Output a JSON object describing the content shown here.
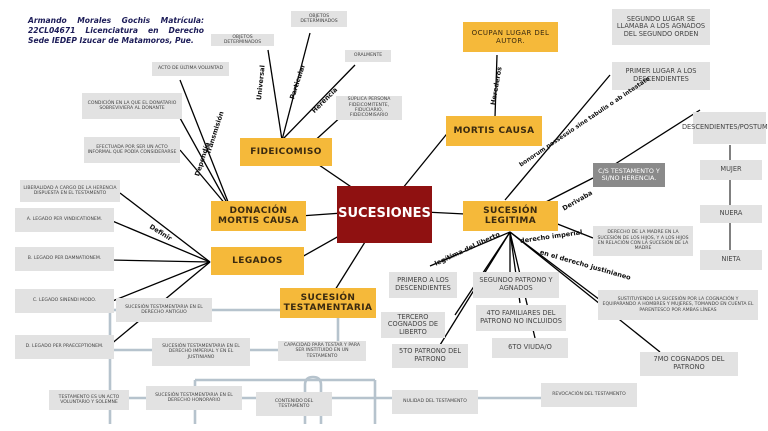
{
  "author": "Armando Morales Gochis Matrícula: 22CL04671 Licenciatura en Derecho Sede IEDEP Izucar de Matamoros, Pue.",
  "center": "SUCESIONES",
  "main": {
    "fideicomiso": "FIDEICOMISO",
    "donacion": "DONACIÓN MORTIS CAUSA",
    "legados": "LEGADOS",
    "testamentaria": "SUCESIÓN TESTAMENTARIA",
    "mortis_causa": "MORTIS CAUSA",
    "legitima": "SUCESIÓN LEGITIMA",
    "ocupan": "OCUPAN LUGAR DEL AUTOR."
  },
  "fideicomiso_branch": {
    "universal_label": "Universal",
    "particular_label": "Particular",
    "herencia_label": "Herencia",
    "objetos_determinados": "OBJETOS DETERMINADOS",
    "objetos_determinados2": "OBJETOS DETERMINADOS",
    "oralmente": "ORALMENTE",
    "suplica": "SÚPLICA PERSONA FIDEICOMITENTE, FIDUCIARIO, FIDEICOMISARIO"
  },
  "donacion_branch": {
    "transmision_label": "Transmisión",
    "dependia_label": "Dependía",
    "acto_ultima": "ACTO DE ÚLTIMA VOLUNTAD",
    "condicion": "CONDICIÓN EN LA QUE EL DONATARIO SOBREVIVIERA AL DONANTE",
    "efectuada": "EFECTUADA POR SER UN ACTO INFORMAL QUE PODÍA CONSIDERARSE"
  },
  "legados_branch": {
    "definir_label": "Definir",
    "liberalidad": "LIBERALIDAD A CARGO DE LA HERENCIA DISPUESTA EN EL TESTAMENTO",
    "vindicationem": "A. LEGADO PER VINDICATIONEM.",
    "damnationem": "B. LEGADO PER DAMNATIONEM.",
    "sinendi": "C. LEGADO SINENDI MODO.",
    "praeceptionem": "D. LEGADO PER PRAECEPTIONEM."
  },
  "testamentaria_branch": {
    "derecho_antiguo": "SUCESIÓN TESTAMENTARIA EN EL DERECHO ANTIGUO",
    "derecho_imperial": "SUCESIÓN TESTAMENTARIA EN EL DERECHO IMPERIAL Y EN EL JUSTINIANO",
    "capacidad": "CAPACIDAD PARA TESTAR Y PARA SER INSTITUIDO EN UN TESTAMENTO",
    "testamento_acto": "TESTAMENTO ES UN ACTO VOLUNTARIO Y SOLEMNE",
    "derecho_honorario": "SUCESIÓN TESTAMENTARIA EN EL DERECHO HONORARIO",
    "contenido": "CONTENIDO DEL TESTAMENTO",
    "nulidad": "NULIDAD DEL TESTAMENTO",
    "revocacion": "REVOCACIÓN DEL TESTAMENTO"
  },
  "mortis_branch": {
    "herederos_label": "Herederos",
    "bonorum_label": "bonorum possessio sine tabulis o ab intestato",
    "segundo_lugar": "SEGUNDO LUGAR SE LLAMABA A LOS AGNADOS DEL SEGUNDO ORDEN",
    "primer_lugar": "PRIMER LUGAR A LOS DESCENDIENTES"
  },
  "legitima_branch": {
    "derivaba_label": "Derivaba",
    "liberto_label": "legítima del liberto",
    "imperial_label": "derecho imperial",
    "justinian_label": "en el derecho justinianeo",
    "cs_testamento": "C/S TESTAMENTO Y SI/NO HERENCIA.",
    "descendientes": "DESCENDIENTES/POSTUMOS",
    "mujer": "MUJER",
    "nuera": "NUERA",
    "nieta": "NIETA",
    "derecho_madre": "DERECHO DE LA MADRE EN LA SUCESIÓN DE LOS HIJOS, Y A LOS HIJOS EN RELACIÓN CON LA SUCESIÓN DE LA MADRE",
    "sustituyendo": "SUSTITUYENDO LA SUCESIÓN POR LA COGNACIÓN Y EQUIPARANDO A HOMBRES Y MUJERES, TOMANDO EN CUENTA EL PARENTESCO POR AMBAS LÍNEAS",
    "primero_desc": "PRIMERO A LOS DESCENDIENTES",
    "segundo_patrono": "SEGUNDO PATRONO Y AGNADOS",
    "tercero": "TERCERO COGNADOS DE LIBERTO",
    "cuarto": "4TO FAMILIARES DEL PATRONO NO INCLUIDOS",
    "quinto": "5TO PATRONO DEL PATRONO",
    "sexto": "6TO VIUDA/O",
    "septimo": "7MO COGNADOS DEL PATRONO"
  }
}
